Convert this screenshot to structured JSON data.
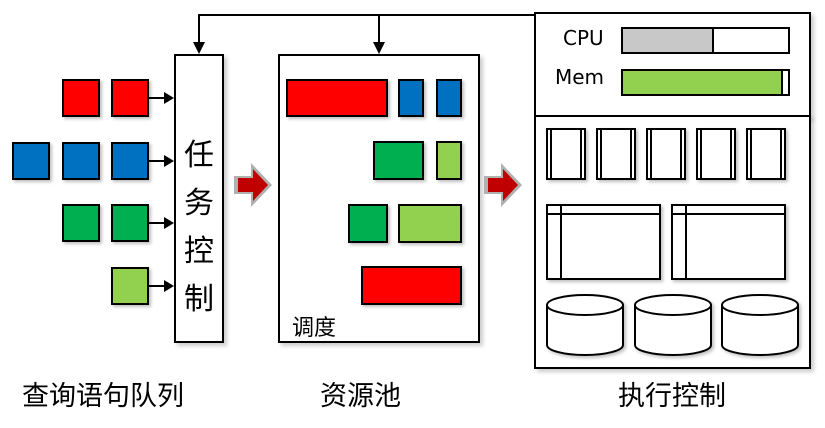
{
  "colors": {
    "red": "#ff0000",
    "blue": "#0070c0",
    "green": "#00b050",
    "light_green": "#92d050",
    "gray": "#c8c8c8",
    "arrow_red": "#c00000"
  },
  "query_queue": {
    "caption": "查询语句队列",
    "rows": [
      {
        "color": "red",
        "count": 2
      },
      {
        "color": "blue",
        "count": 3
      },
      {
        "color": "green",
        "count": 2
      },
      {
        "color": "light_green",
        "count": 1
      }
    ]
  },
  "task_control": {
    "label_chars": [
      "任",
      "务",
      "控",
      "制"
    ]
  },
  "resource_pool": {
    "caption": "资源池",
    "inner_label": "调度"
  },
  "execution_control": {
    "caption": "执行控制",
    "resources": [
      {
        "label": "CPU",
        "usage": 0.55,
        "color": "gray"
      },
      {
        "label": "Mem",
        "usage": 0.97,
        "color": "light_green"
      }
    ]
  }
}
